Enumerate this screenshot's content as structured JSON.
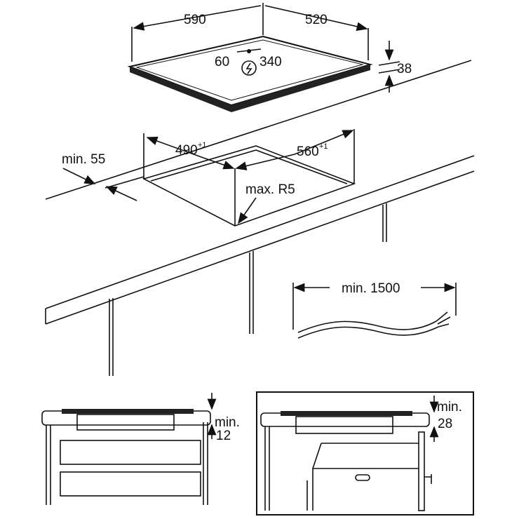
{
  "title": "Hob installation dimensions",
  "hob": {
    "width": "590",
    "depth": "520",
    "height": "38",
    "cable_offset": "60",
    "cable_pos": "340",
    "power_icon": "lightning-icon"
  },
  "cutout": {
    "width": "490",
    "width_tol": "+1",
    "depth": "560",
    "depth_tol": "+1",
    "front_margin": "min. 55",
    "corner_radius": "max. R5"
  },
  "cable": {
    "length": "min. 1500"
  },
  "drawer_install": {
    "label": "min.",
    "value": "12"
  },
  "oven_install": {
    "label": "min.",
    "value": "28"
  }
}
